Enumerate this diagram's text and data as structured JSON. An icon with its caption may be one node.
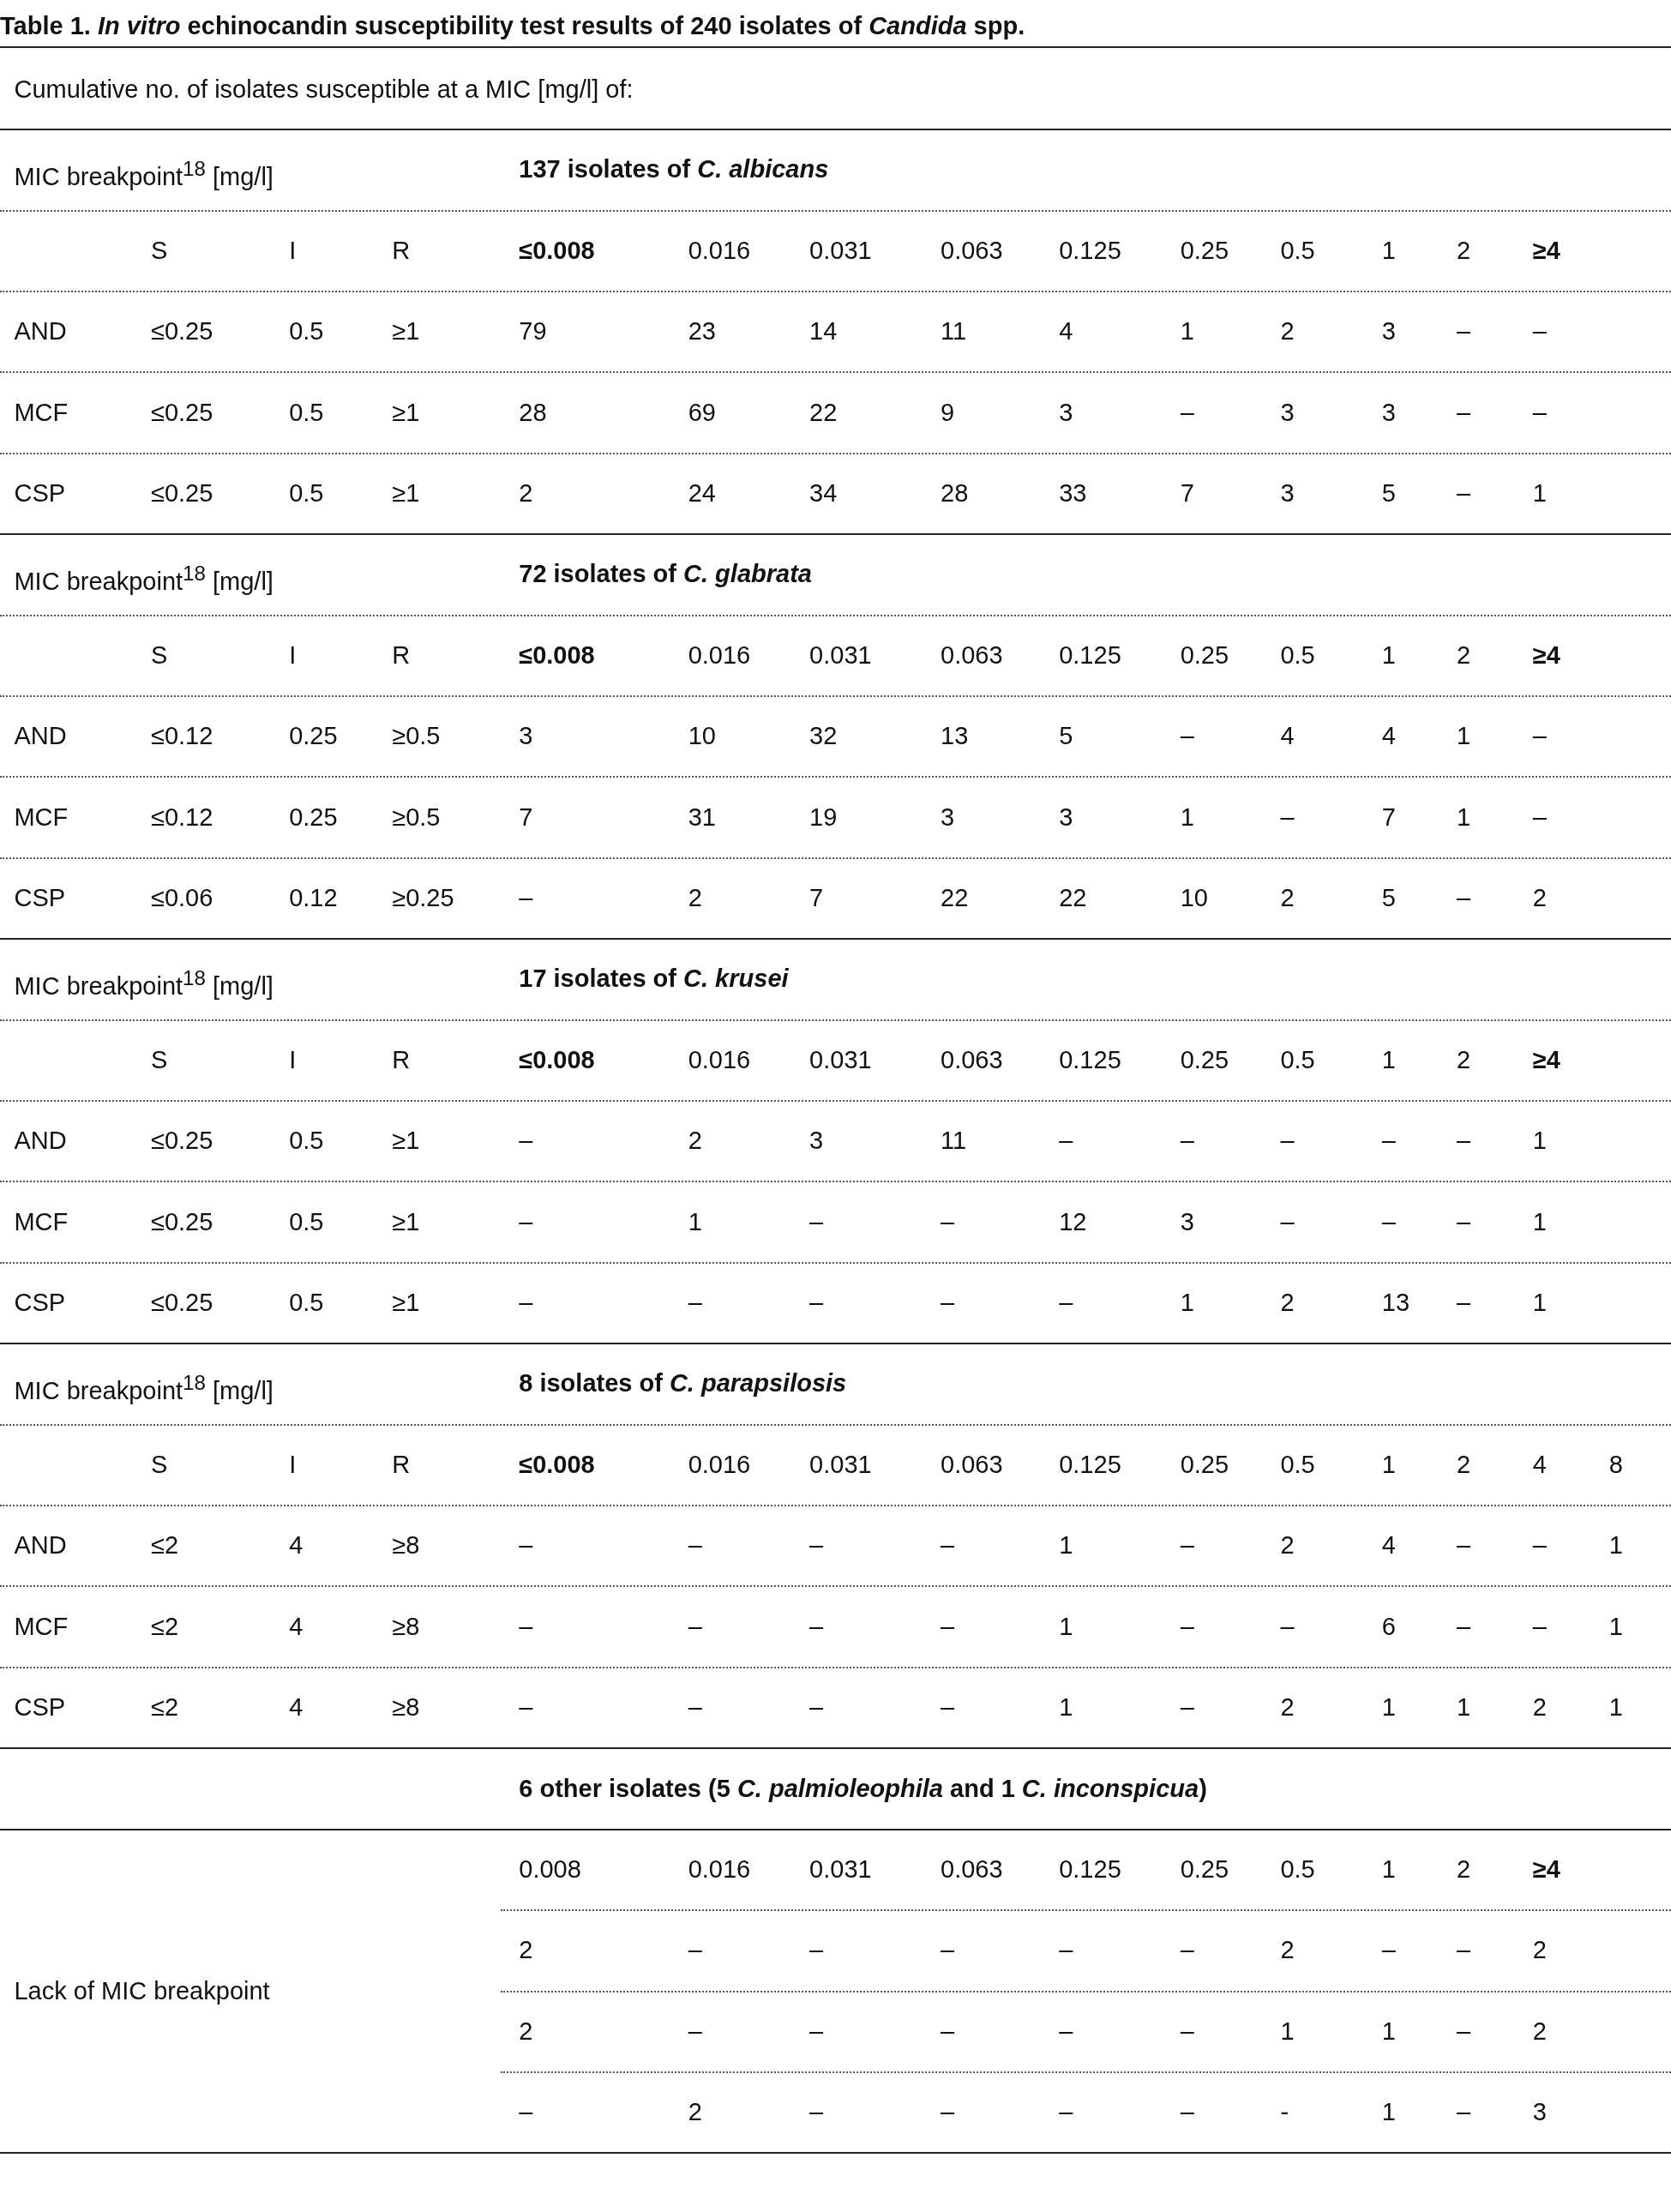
{
  "diagram": {
    "title": "Table 1. *In vitro* echinocandin susceptibility test results of 240 isolates of *Candida* spp.",
    "labels": [
      "Cumulative no. of isolates susceptible at a MIC [mg/l] of:",
      "MIC breakpoint$^{18}$ [mg/l]",
      "137 isolates of *C. albicans*",
      "S",
      "I",
      "R",
      "≤0.008",
      "0.016",
      "0.031",
      "0.063",
      "0.125",
      "0.25",
      "0.5",
      "1",
      "2",
      "≥4",
      "AND",
      "≤0.25",
      "0.5",
      "≥1",
      "79",
      "23",
      "14",
      "11",
      "4",
      "1",
      "2",
      "3",
      "–",
      "–",
      "MCF",
      "≤0.25",
      "0.5",
      "≥1",
      "28",
      "69",
      "22",
      "9",
      "3",
      "–",
      "3",
      "3",
      "–",
      "–",
      "CSP",
      "≤0.25",
      "0.5",
      "≥1",
      "2",
      "24",
      "34",
      "28",
      "33",
      "7",
      "3",
      "5",
      "–",
      "1",
      "MIC breakpoint$^{18}$ [mg/l]",
      "72 isolates of *C. glabrata*",
      "S",
      "I",
      "R",
      "≤0.008",
      "0.016",
      "0.031",
      "0.063",
      "0.125",
      "0.25",
      "0.5",
      "1",
      "2",
      "≥4",
      "AND",
      "≤0.12",
      "0.25",
      "≥0.5",
      "3",
      "10",
      "32",
      "13",
      "5",
      "–",
      "4",
      "4",
      "1",
      "–",
      "MCF",
      "≤0.12",
      "0.25",
      "≥0.5",
      "7",
      "31",
      "19",
      "3",
      "3",
      "1",
      "–",
      "7",
      "1",
      "–",
      "CSP",
      "≤0.06",
      "0.12",
      "≥0.25",
      "–",
      "2",
      "7",
      "22",
      "22",
      "10",
      "2",
      "5",
      "–",
      "2",
      "MIC breakpoint$^{18}$ [mg/l]",
      "17 isolates of *C. krusei*",
      "S",
      "I",
      "R",
      "≤0.008",
      "0.016",
      "0.031",
      "0.063",
      "0.125",
      "0.25",
      "0.5",
      "1",
      "2",
      "≥4",
      "AND",
      "≤0.25",
      "0.5",
      "≥1",
      "–",
      "2",
      "3",
      "11",
      "–",
      "–",
      "–",
      "–",
      "–",
      "1",
      "MCF",
      "≤0.25",
      "0.5",
      "≥1",
      "–",
      "1",
      "–",
      "–",
      "12",
      "3",
      "–",
      "–",
      "–",
      "1",
      "CSP",
      "≤0.25",
      "0.5",
      "≥1",
      "–",
      "–",
      "–",
      "–",
      "–",
      "1",
      "2",
      "13",
      "–",
      "1",
      "MIC breakpoint$^{18}$ [mg/l]",
      "8 isolates of *C. parapsilosis*",
      "S",
      "I",
      "R",
      "≤0.008",
      "0.016",
      "0.031",
      "0.063",
      "0.125",
      "0.25",
      "0.5",
      "1",
      "2",
      "4",
      "8",
      "AND",
      "≤2",
      "4",
      "≥8",
      "–",
      "–",
      "–",
      "–",
      "1",
      "–",
      "2",
      "4",
      "–",
      "–",
      "1",
      "MCF",
      "≤2",
      "4",
      "≥8",
      "–",
      "–",
      "–",
      "–",
      "1",
      "–",
      "–",
      "6",
      "–",
      "–",
      "1",
      "CSP",
      "≤2",
      "4",
      "≥8",
      "–",
      "–",
      "–",
      "–",
      "1",
      "–",
      "2",
      "1",
      "1",
      "2",
      "1",
      "6 other isolates (5 *C. palmioleophila* and 1 *C. inconspicua*)",
      "0.008",
      "0.016",
      "0.031",
      "0.063",
      "0.125",
      "0.25",
      "0.5",
      "1",
      "2",
      "≥4",
      "Lack of MIC breakpoint",
      "2",
      "–",
      "–",
      "–",
      "–",
      "–",
      "2",
      "–",
      "–",
      "2",
      "2",
      "–",
      "–",
      "–",
      "–",
      "–",
      "1",
      "1",
      "–",
      "2",
      "–",
      "2",
      "–",
      "–",
      "–",
      "–",
      "-",
      "1",
      "–",
      "3"
    ]
  }
}
